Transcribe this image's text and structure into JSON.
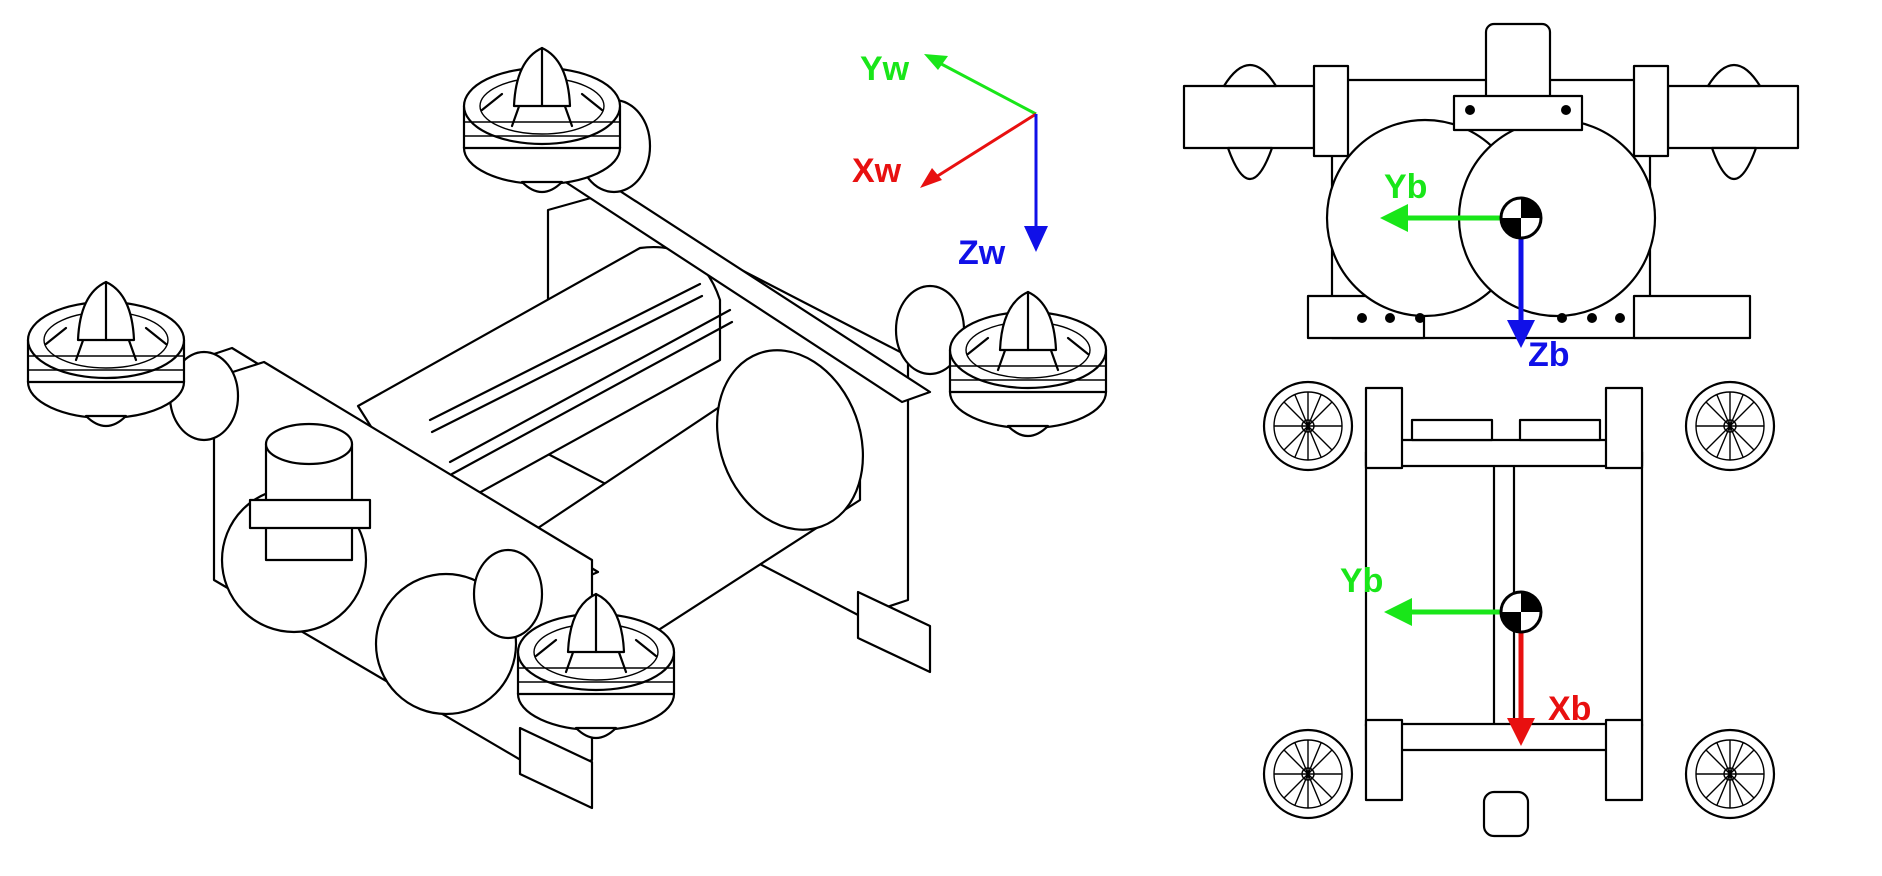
{
  "frames": {
    "world": {
      "x_label": "Xw",
      "y_label": "Yw",
      "z_label": "Zw",
      "x_color": "#e81010",
      "y_color": "#19e619",
      "z_color": "#1010e8"
    },
    "body_front": {
      "y_label": "Yb",
      "z_label": "Zb"
    },
    "body_top": {
      "y_label": "Yb",
      "x_label": "Xb"
    }
  },
  "icons": [
    "robot-isometric-view",
    "robot-front-view",
    "robot-top-view",
    "center-of-mass-marker"
  ]
}
